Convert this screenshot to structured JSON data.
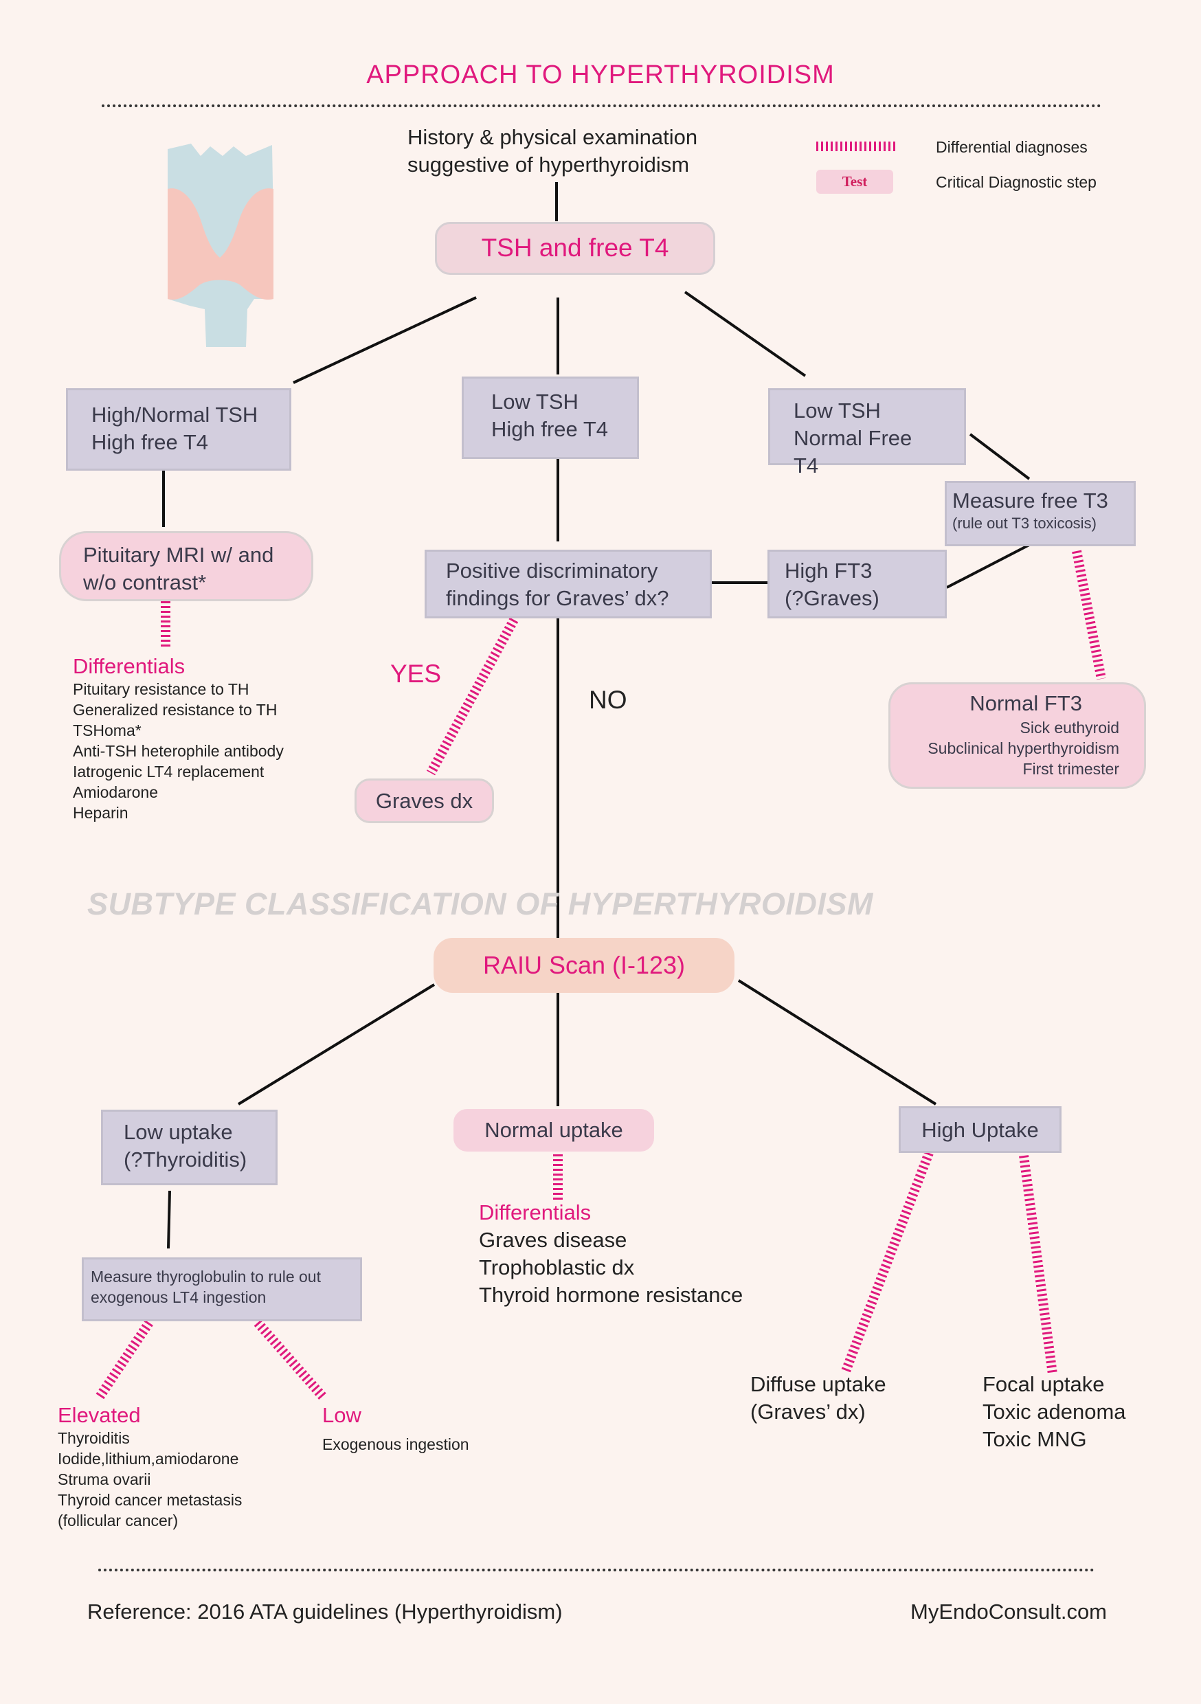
{
  "title": "APPROACH TO HYPERTHYROIDISM",
  "start": [
    "History & physical examination",
    "suggestive of hyperthyroidism"
  ],
  "legend": {
    "differential_label": "Differential diagnoses",
    "test_chip": "Test",
    "test_label": "Critical Diagnostic step"
  },
  "tsh_test": "TSH and free T4",
  "branch_left": [
    "High/Normal TSH",
    "High free T4"
  ],
  "branch_middle": [
    "Low TSH",
    "High free T4"
  ],
  "branch_right": [
    "Low TSH",
    "Normal Free T4"
  ],
  "pituitary_mri": [
    "Pituitary MRI w/ and",
    "w/o contrast*"
  ],
  "left_differentials": {
    "heading": "Differentials",
    "items": [
      "Pituitary resistance to TH",
      "Generalized resistance to TH",
      "TSHoma*",
      "Anti-TSH heterophile antibody",
      "Iatrogenic LT4 replacement",
      "Amiodarone",
      "Heparin"
    ]
  },
  "graves_question": [
    "Positive discriminatory",
    "findings for Graves’ dx?"
  ],
  "yes_label": "YES",
  "no_label": "NO",
  "graves_dx": "Graves dx",
  "high_ft3": [
    "High FT3",
    "(?Graves)"
  ],
  "measure_t3": {
    "main": "Measure free T3",
    "sub": "(rule out T3 toxicosis)"
  },
  "normal_ft3": {
    "heading": "Normal FT3",
    "items": [
      "Sick euthyroid",
      "Subclinical hyperthyroidism",
      "First trimester"
    ]
  },
  "subtype_heading": "SUBTYPE CLASSIFICATION OF HYPERTHYROIDISM",
  "raiu": "RAIU Scan (I-123)",
  "low_uptake": [
    "Low uptake",
    "(?Thyroiditis)"
  ],
  "normal_uptake": "Normal uptake",
  "high_uptake": "High Uptake",
  "normal_differentials": {
    "heading": "Differentials",
    "items": [
      "Graves disease",
      "Trophoblastic dx",
      "Thyroid hormone resistance"
    ]
  },
  "thyroglobulin": [
    "Measure thyroglobulin to rule out",
    "exogenous LT4 ingestion"
  ],
  "elevated": {
    "heading": "Elevated",
    "items": [
      "Thyroiditis",
      "Iodide,lithium,amiodarone",
      "Struma ovarii",
      "Thyroid cancer metastasis",
      "(follicular cancer)"
    ]
  },
  "low": {
    "heading": "Low",
    "items": [
      "Exogenous ingestion"
    ]
  },
  "diffuse": [
    "Diffuse uptake",
    "(Graves’ dx)"
  ],
  "focal": [
    "Focal uptake",
    "Toxic adenoma",
    "Toxic MNG"
  ],
  "reference": "Reference: 2016 ATA guidelines (Hyperthyroidism)",
  "site": "MyEndoConsult.com",
  "colors": {
    "accent": "#e0197d",
    "box": "#d3cede",
    "pill": "#f6d2dd",
    "raiu": "#f6d4c7",
    "background": "#fcf3ef"
  }
}
